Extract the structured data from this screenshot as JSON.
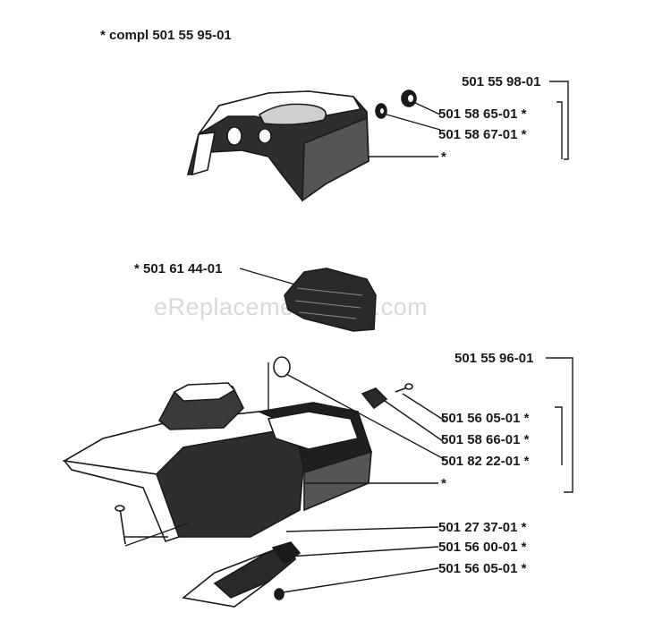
{
  "header": {
    "compl_label": "*  compl 501 55 95-01"
  },
  "watermark": "eReplacementParts.com",
  "groups": {
    "upper": "501 55 98-01",
    "lower": "501 55 96-01"
  },
  "labels": {
    "filter": "*  501 61 44-01",
    "u1": "501 58 65-01  *",
    "u2": "501 58 67-01  *",
    "u3": "*",
    "l1": "501 56 05-01  *",
    "l2": "501 58 66-01  *",
    "l3": "501 82 22-01  *",
    "l4": "*",
    "b1": "501 27 37-01  *",
    "b2": "501 56 00-01  *",
    "b3": "501 56 05-01  *"
  },
  "colors": {
    "ink": "#1a1a1a",
    "shade": "#3a3a3a",
    "paper": "#ffffff"
  }
}
